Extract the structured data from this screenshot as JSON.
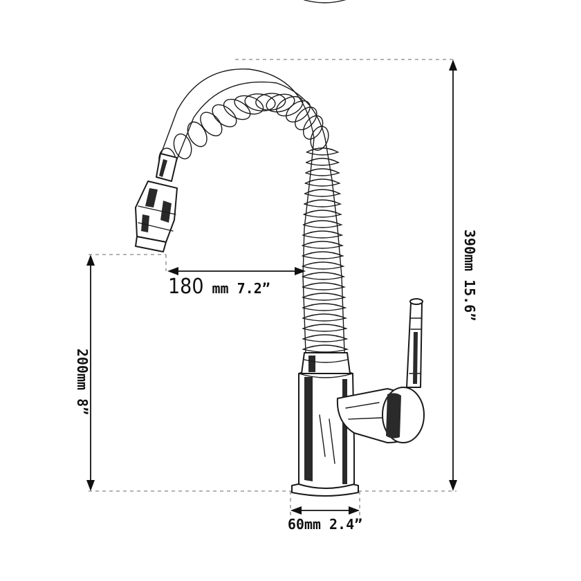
{
  "diagram": {
    "subject": "faucet",
    "dimensions": {
      "spout_reach": {
        "value": "180",
        "rest": "mm 7.2”"
      },
      "total_height": {
        "label": "390mm 15.6”"
      },
      "spout_height": {
        "label": "200mm 8”"
      },
      "base_diameter": {
        "label": "60mm 2.4”"
      }
    }
  }
}
